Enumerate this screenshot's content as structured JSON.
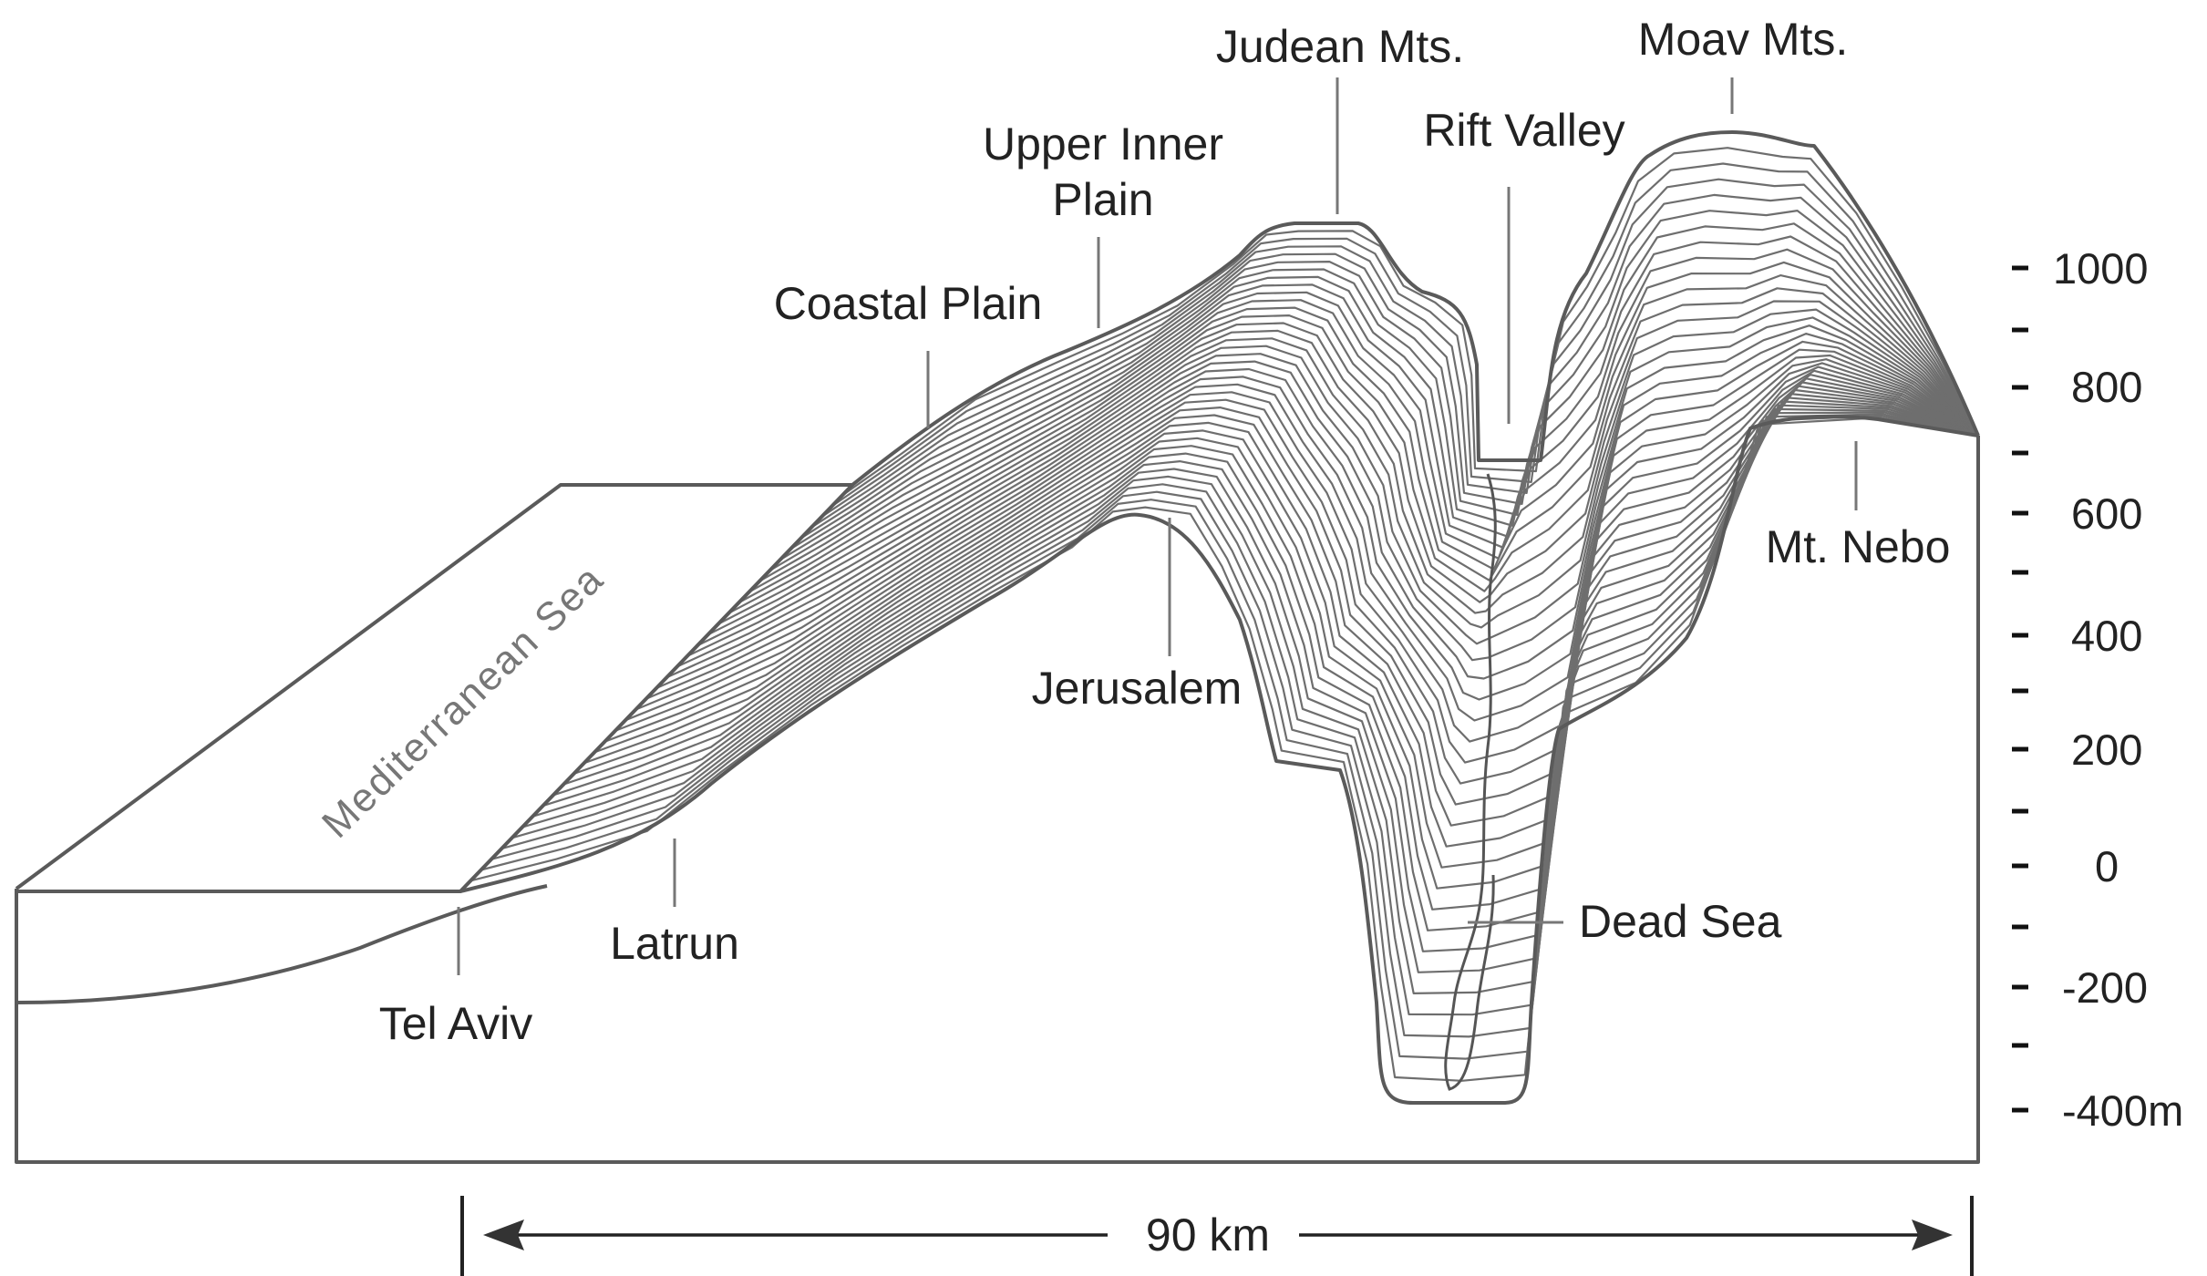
{
  "labels": {
    "judean_mts": "Judean Mts.",
    "moav_mts": "Moav Mts.",
    "rift_valley": "Rift Valley",
    "upper_inner_plain_line1": "Upper Inner",
    "upper_inner_plain_line2": "Plain",
    "coastal_plain": "Coastal Plain",
    "mediterranean_sea": "Mediterranean  Sea",
    "jerusalem": "Jerusalem",
    "mt_nebo": "Mt. Nebo",
    "latrun": "Latrun",
    "tel_aviv": "Tel Aviv",
    "dead_sea": "Dead Sea"
  },
  "elevation_scale": {
    "ticks": [
      "1000",
      "800",
      "600",
      "400",
      "200",
      "0",
      "-200",
      "-400m"
    ]
  },
  "distance_bar": {
    "label": "90 km"
  },
  "colors": {
    "line": "#5a5a5a",
    "hatch": "#6e6e6e",
    "text": "#222222",
    "background": "#ffffff"
  }
}
